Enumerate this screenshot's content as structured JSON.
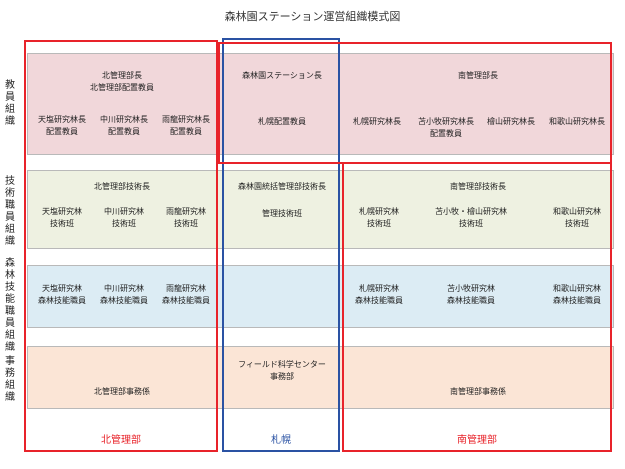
{
  "title": "森林園ステーション運営組織模式図",
  "rows": {
    "teaching": [
      "教",
      "員",
      "組",
      "織"
    ],
    "tech": [
      "技",
      "術",
      "職",
      "員",
      "組",
      "織"
    ],
    "forest": [
      "森",
      "林",
      "技",
      "能",
      "職",
      "員",
      "組",
      "織"
    ],
    "office": [
      "事",
      "務",
      "組",
      "織"
    ]
  },
  "teaching": {
    "north_head": [
      "北管理部長",
      "北管理部配置教員"
    ],
    "north_items": [
      [
        "天塩研究林長",
        "配置教員"
      ],
      [
        "中川研究林長",
        "配置教員"
      ],
      [
        "雨龍研究林長",
        "配置教員"
      ]
    ],
    "station_head": "森林園ステーション長",
    "sapporo": "札幌配置教員",
    "south_head": "南管理部長",
    "south_items": [
      [
        "札幌研究林長"
      ],
      [
        "苫小牧研究林長",
        "配置教員"
      ],
      [
        "檜山研究林長"
      ],
      [
        "和歌山研究林長"
      ]
    ]
  },
  "tech": {
    "north_head": "北管理部技術長",
    "north_items": [
      [
        "天塩研究林",
        "技術班"
      ],
      [
        "中川研究林",
        "技術班"
      ],
      [
        "雨龍研究林",
        "技術班"
      ]
    ],
    "center_head": "森林園統括管理部技術長",
    "center_item": "管理技術班",
    "south_head": "南管理部技術長",
    "south_items": [
      [
        "札幌研究林",
        "技術班"
      ],
      [
        "苫小牧・檜山研究林",
        "技術班"
      ],
      [
        "和歌山研究林",
        "技術班"
      ]
    ]
  },
  "forest": {
    "north_items": [
      [
        "天塩研究林",
        "森林技能職員"
      ],
      [
        "中川研究林",
        "森林技能職員"
      ],
      [
        "雨龍研究林",
        "森林技能職員"
      ]
    ],
    "south_items": [
      [
        "札幌研究林",
        "森林技能職員"
      ],
      [
        "苫小牧研究林",
        "森林技能職員"
      ],
      [
        "和歌山研究林",
        "森林技能職員"
      ]
    ]
  },
  "office": {
    "north": "北管理部事務係",
    "center": [
      "フィールド科学センター",
      "事務部"
    ],
    "south": "南管理部事務係"
  },
  "frames": {
    "north": "北管理部",
    "sapporo": "札幌",
    "south": "南管理部"
  },
  "colors": {
    "red": "#e8232a",
    "blue": "#2a52a3",
    "teaching_band": "#f1d7da",
    "tech_band": "#eef1e1",
    "forest_band": "#dcecf4",
    "office_band": "#fbe5d6"
  }
}
